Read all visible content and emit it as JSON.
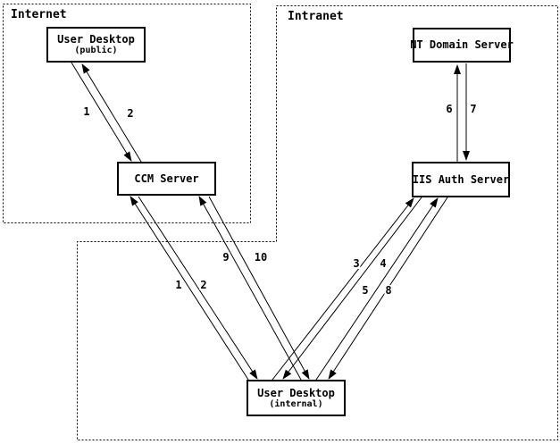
{
  "zones": {
    "internet": {
      "label": "Internet"
    },
    "intranet": {
      "label": "Intranet"
    }
  },
  "nodes": {
    "user_desktop_public": {
      "title": "User Desktop",
      "subtitle": "(public)"
    },
    "ccm_server": {
      "title": "CCM Server"
    },
    "nt_domain_server": {
      "title": "NT Domain Server"
    },
    "iis_auth_server": {
      "title": "IIS Auth Server"
    },
    "user_desktop_internal": {
      "title": "User Desktop",
      "subtitle": "(internal)"
    }
  },
  "edges": [
    {
      "label": "1",
      "from": "user_desktop_public",
      "to": "ccm_server"
    },
    {
      "label": "2",
      "from": "ccm_server",
      "to": "user_desktop_public"
    },
    {
      "label": "1",
      "from": "user_desktop_internal",
      "to": "ccm_server"
    },
    {
      "label": "2",
      "from": "ccm_server",
      "to": "user_desktop_internal"
    },
    {
      "label": "3",
      "from": "user_desktop_internal",
      "to": "iis_auth_server"
    },
    {
      "label": "4",
      "from": "iis_auth_server",
      "to": "user_desktop_internal"
    },
    {
      "label": "5",
      "from": "user_desktop_internal",
      "to": "iis_auth_server"
    },
    {
      "label": "6",
      "from": "iis_auth_server",
      "to": "nt_domain_server"
    },
    {
      "label": "7",
      "from": "nt_domain_server",
      "to": "iis_auth_server"
    },
    {
      "label": "8",
      "from": "iis_auth_server",
      "to": "user_desktop_internal"
    },
    {
      "label": "9",
      "from": "user_desktop_internal",
      "to": "ccm_server"
    },
    {
      "label": "10",
      "from": "ccm_server",
      "to": "user_desktop_internal"
    }
  ],
  "colors": {
    "line": "#000000",
    "background": "#ffffff"
  }
}
